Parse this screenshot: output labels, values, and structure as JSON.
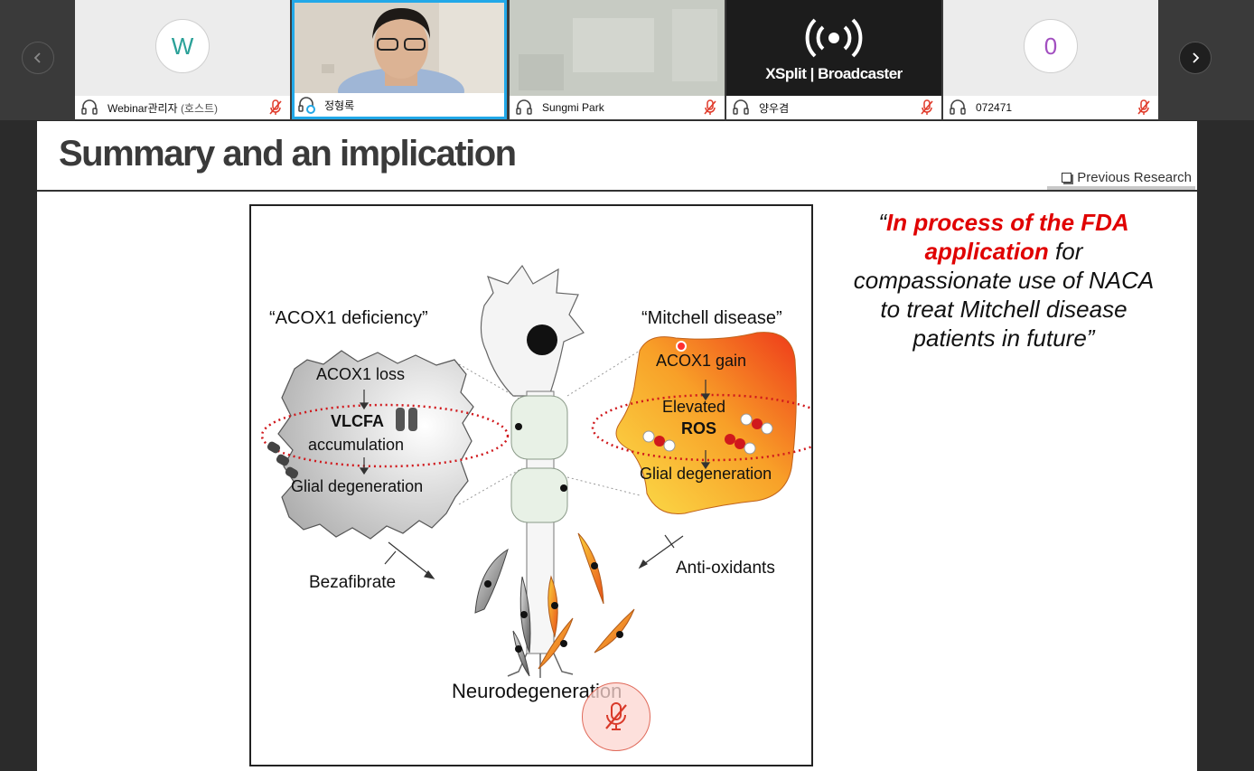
{
  "participants": [
    {
      "name": "Webinar관리자",
      "role": "(호스트)",
      "initial": "W",
      "initial_color": "#2aa198",
      "muted": true
    },
    {
      "name": "정형록",
      "muted": false,
      "speaking": true
    },
    {
      "name": "Sungmi Park",
      "muted": true
    },
    {
      "name": "양우겸",
      "muted": true,
      "video_text": "XSplit | Broadcaster"
    },
    {
      "name": "072471",
      "initial": "0",
      "initial_color": "#a24fc0",
      "muted": true
    }
  ],
  "slide": {
    "title": "Summary and an implication",
    "prev_research": "Previous Research",
    "figure": {
      "left_heading": "“ACOX1 deficiency”",
      "right_heading": "“Mitchell disease”",
      "left_steps": [
        "ACOX1 loss",
        "VLCFA",
        "accumulation",
        "Glial degeneration"
      ],
      "right_steps": [
        "ACOX1 gain",
        "Elevated",
        "ROS",
        "Glial degeneration"
      ],
      "left_treatment": "Bezafibrate",
      "right_treatment": "Anti-oxidants",
      "bottom": "Neurodegeneration"
    },
    "quote": {
      "open": "“",
      "highlight": "In process of the FDA application",
      "rest": " for compassionate use of NACA to treat Mitchell disease patients in future”"
    }
  },
  "colors": {
    "accent_speaking": "#22a8e8",
    "mute_red": "#e03a2a",
    "highlight_red": "#e00000"
  }
}
